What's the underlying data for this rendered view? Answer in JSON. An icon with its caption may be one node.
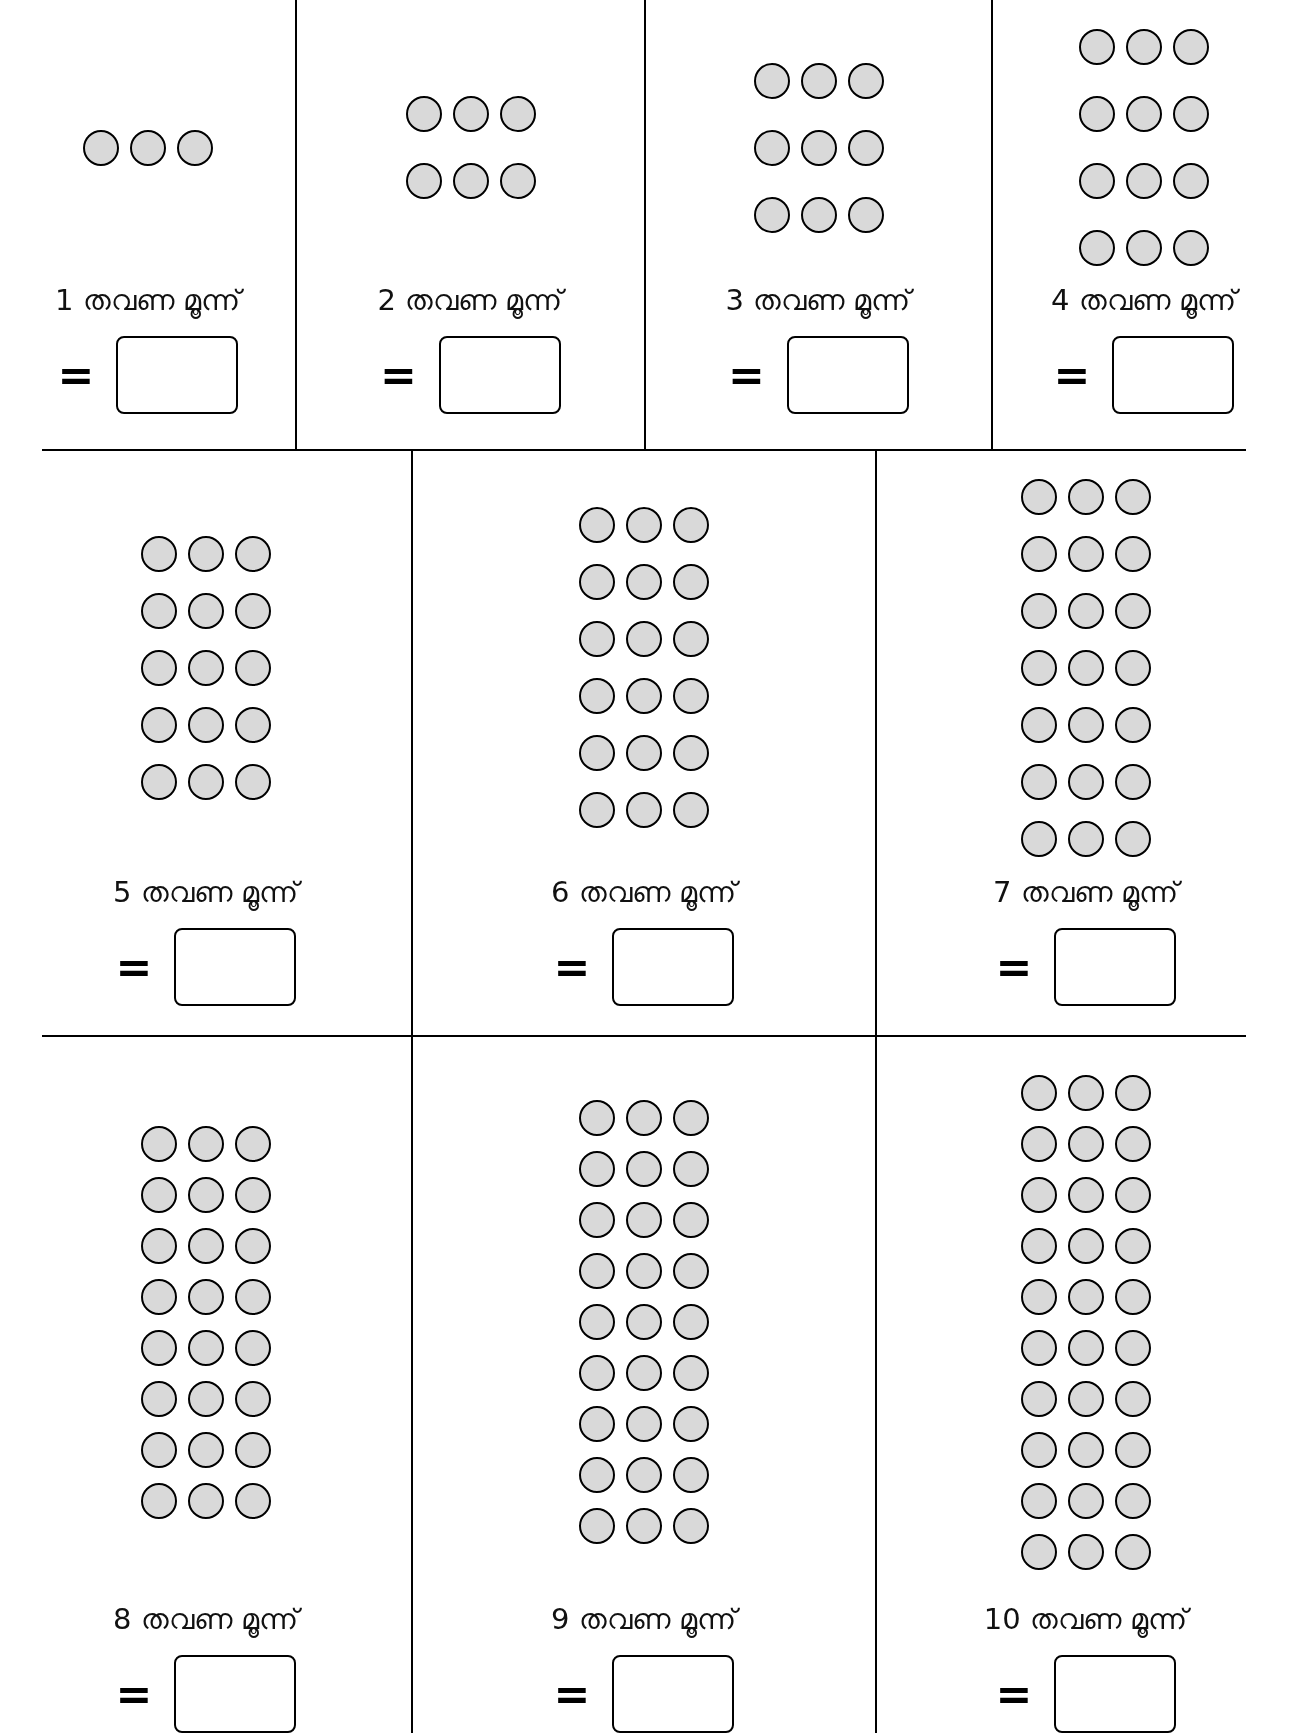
{
  "diagram": {
    "labels": [
      "1 തവണ മൂന്ന്",
      "=",
      "2 തവണ മൂന്ന്",
      "=",
      "3 തവണ മൂന്ന്",
      "=",
      "4 തവണ മൂന്ന്",
      "=",
      "5 തവണ മൂന്ന്",
      "=",
      "6 തവണ മൂന്ന്",
      "=",
      "7 തവണ മൂന്ന്",
      "=",
      "8 തവണ മൂന്ന്",
      "=",
      "9 തവണ മൂന്ന്",
      "=",
      "10 തവണ മൂന്ന്",
      "="
    ]
  }
}
